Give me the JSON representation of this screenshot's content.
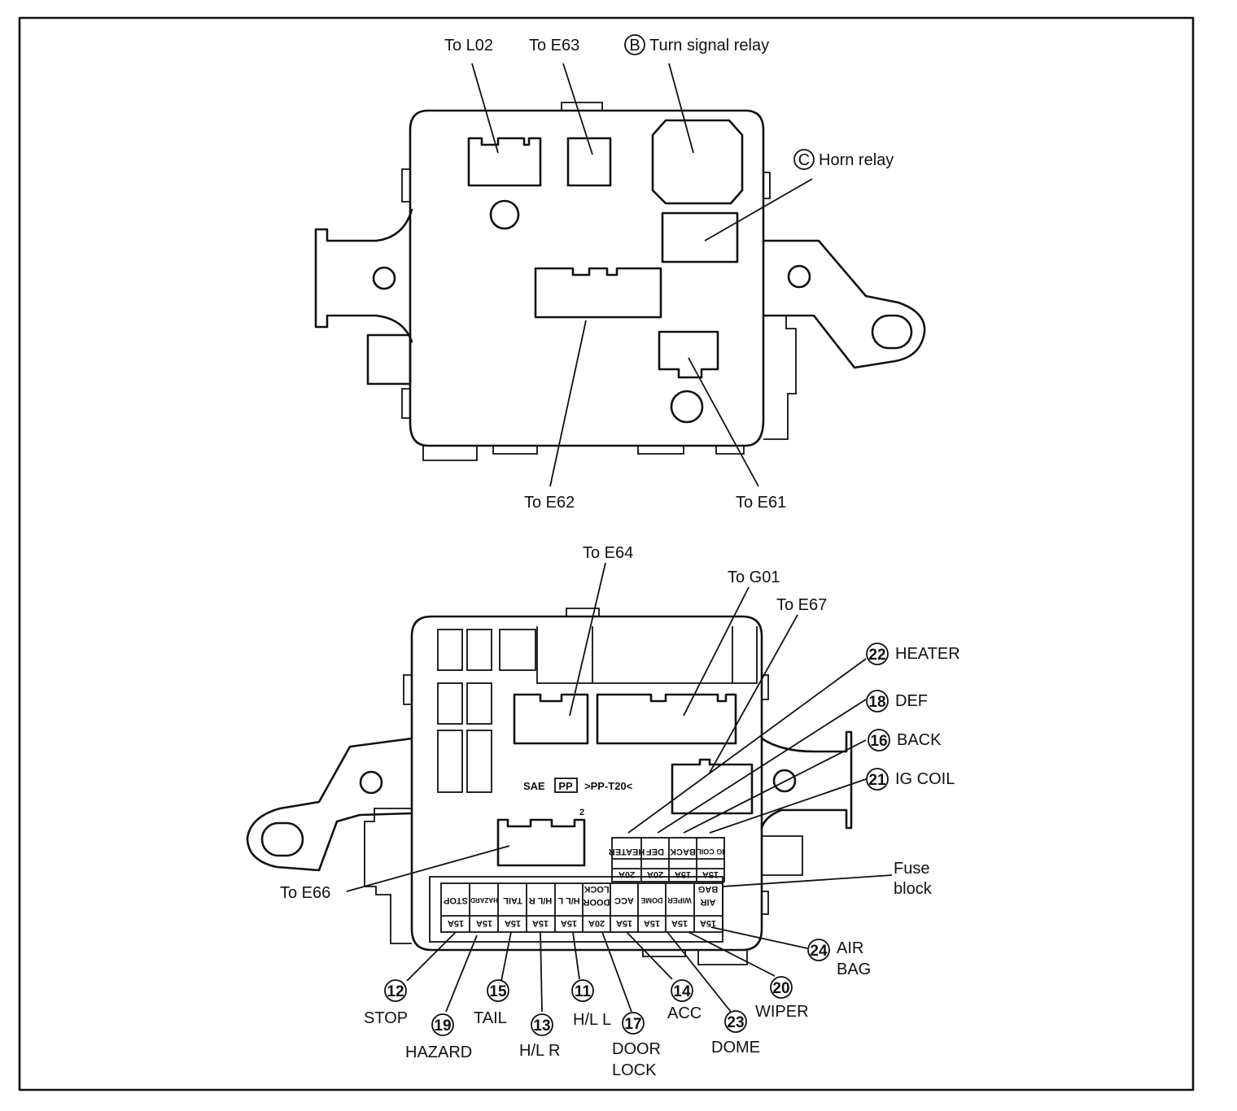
{
  "top_view": {
    "callouts": {
      "to_l02": "To L02",
      "to_e63": "To E63",
      "turn_relay_letter": "B",
      "turn_relay": "Turn signal relay",
      "horn_relay_letter": "C",
      "horn_relay": "Horn relay",
      "to_e62": "To E62",
      "to_e61": "To E61"
    }
  },
  "bottom_view": {
    "callouts": {
      "to_e64": "To E64",
      "to_g01": "To G01",
      "to_e67": "To E67",
      "to_e66": "To E66",
      "fuse_block_1": "Fuse",
      "fuse_block_2": "block",
      "sae_mark_1": "SAE",
      "sae_mark_2": "PP",
      "sae_mark_3": ">PP-T20<",
      "connector_pin": "2"
    },
    "upper_fuses": [
      {
        "name": "HEATER",
        "amp": "20A"
      },
      {
        "name": "DEF",
        "amp": "20A"
      },
      {
        "name": "BACK",
        "amp": "15A"
      },
      {
        "name": "IG COIL",
        "amp": "15A"
      }
    ],
    "lower_fuses": [
      {
        "name": "STOP",
        "amp": "15A"
      },
      {
        "name": "HAZARD",
        "amp": "15A"
      },
      {
        "name": "TAIL",
        "amp": "15A"
      },
      {
        "name": "H/L R",
        "amp": "15A"
      },
      {
        "name": "H/L L",
        "amp": "15A"
      },
      {
        "name_1": "DOOR",
        "name_2": "LOCK",
        "amp": "20A"
      },
      {
        "name": "ACC",
        "amp": "15A"
      },
      {
        "name": "DOME",
        "amp": "15A"
      },
      {
        "name": "WIPER",
        "amp": "15A"
      },
      {
        "name_1": "AIR",
        "name_2": "BAG",
        "amp": "15A"
      }
    ],
    "numbered": {
      "n22": {
        "num": "22",
        "label": "HEATER"
      },
      "n18": {
        "num": "18",
        "label": "DEF"
      },
      "n16": {
        "num": "16",
        "label": "BACK"
      },
      "n21": {
        "num": "21",
        "label": "IG COIL"
      },
      "n24": {
        "num": "24",
        "label_1": "AIR",
        "label_2": "BAG"
      },
      "n12": {
        "num": "12",
        "label": "STOP"
      },
      "n19": {
        "num": "19",
        "label": "HAZARD"
      },
      "n15": {
        "num": "15",
        "label": "TAIL"
      },
      "n13": {
        "num": "13",
        "label": "H/L R"
      },
      "n11": {
        "num": "11",
        "label": "H/L L"
      },
      "n17": {
        "num": "17",
        "label_1": "DOOR",
        "label_2": "LOCK"
      },
      "n14": {
        "num": "14",
        "label": "ACC"
      },
      "n23": {
        "num": "23",
        "label": "DOME"
      },
      "n20": {
        "num": "20",
        "label": "WIPER"
      }
    }
  }
}
